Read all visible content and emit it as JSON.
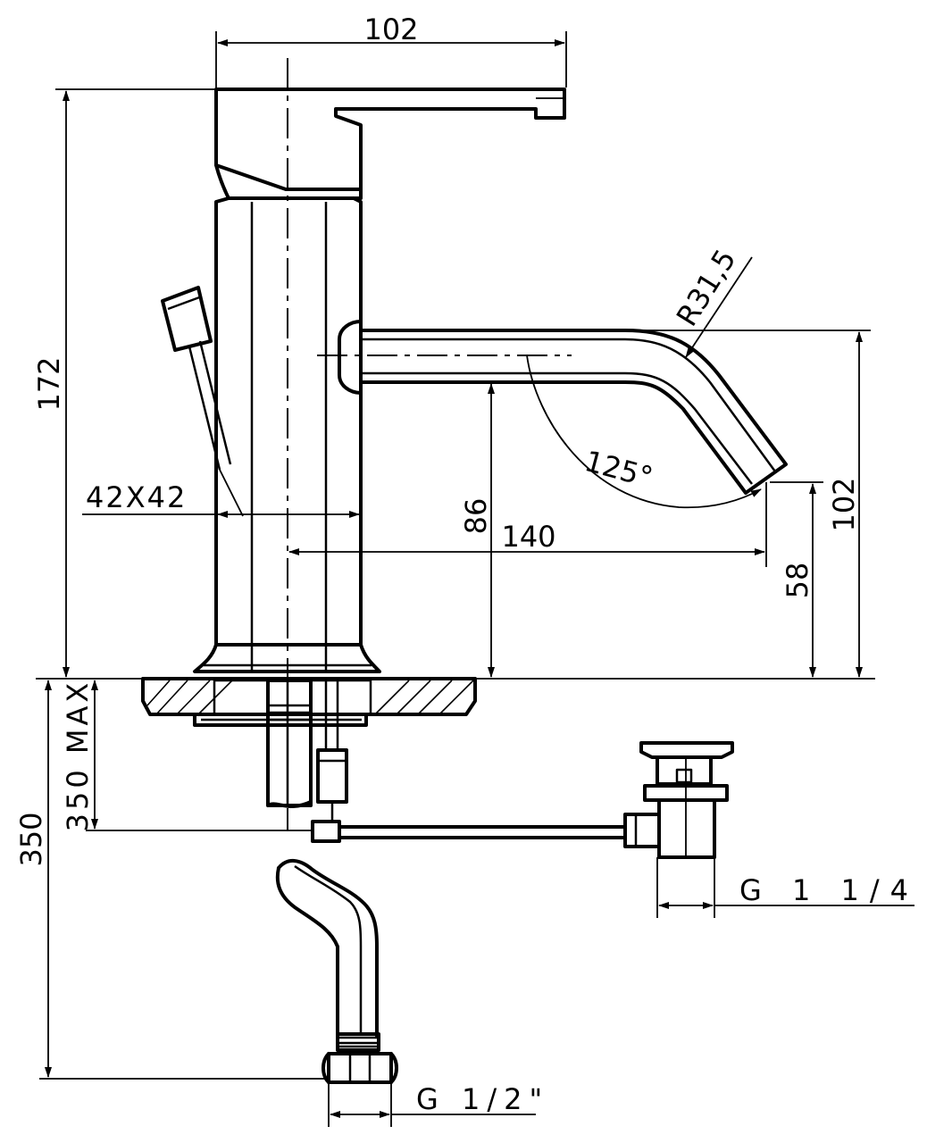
{
  "dimensions": {
    "top_width": "102",
    "total_height": "172",
    "body_section": "42X42",
    "spout_outlet_height": "86",
    "spout_reach": "140",
    "spout_radius": "R31,5",
    "spout_angle": "125°",
    "spout_tip_height": "58",
    "spout_top_height": "102",
    "deck_thickness_max": "350 MAX",
    "hose_length": "350",
    "waste_thread": "G 1 1/4 \"",
    "supply_thread": "G 1/2\""
  }
}
